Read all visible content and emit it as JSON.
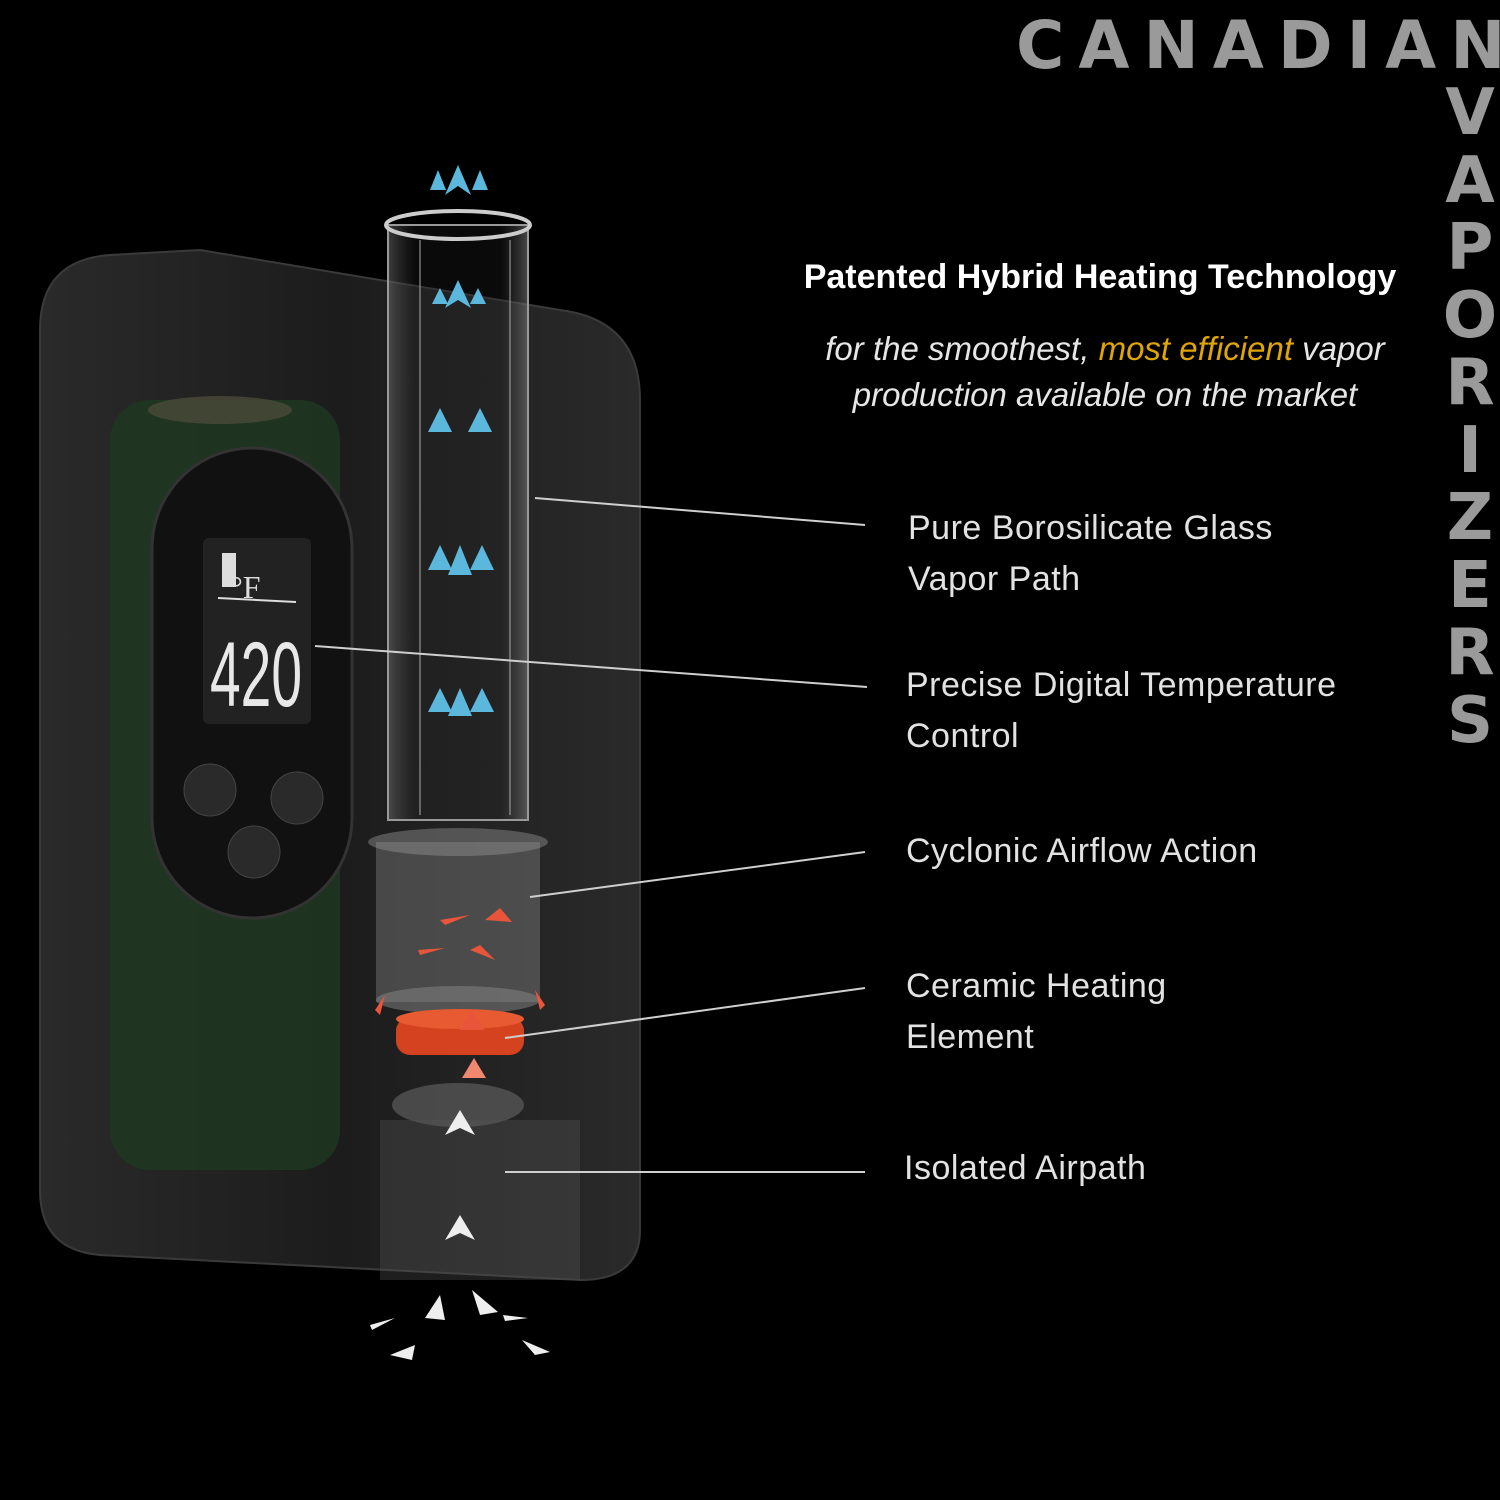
{
  "watermark": {
    "line1": "CANADIAN",
    "line2": "VAPORIZERS"
  },
  "header": {
    "title": "Patented Hybrid Heating Technology",
    "subtitle_part1": "for the smoothest,",
    "subtitle_highlight": "most efficient",
    "subtitle_part2": "vapor production available on the market"
  },
  "device_display": {
    "temperature": "420",
    "unit": "°F"
  },
  "callouts": [
    {
      "line1": "Pure Borosilicate Glass",
      "line2": "Vapor Path"
    },
    {
      "line1": "Precise Digital Temperature",
      "line2": "Control"
    },
    {
      "line1": "Cyclonic Airflow Action",
      "line2": ""
    },
    {
      "line1": "Ceramic Heating",
      "line2": "Element"
    },
    {
      "line1": "Isolated Airpath",
      "line2": ""
    }
  ],
  "colors": {
    "highlight": "#e0a500",
    "vapor_arrows": "#5bb8dc",
    "heat_arrows": "#e8553a",
    "heating_element": "#d4421f",
    "watermark": "#9a9a9a"
  }
}
